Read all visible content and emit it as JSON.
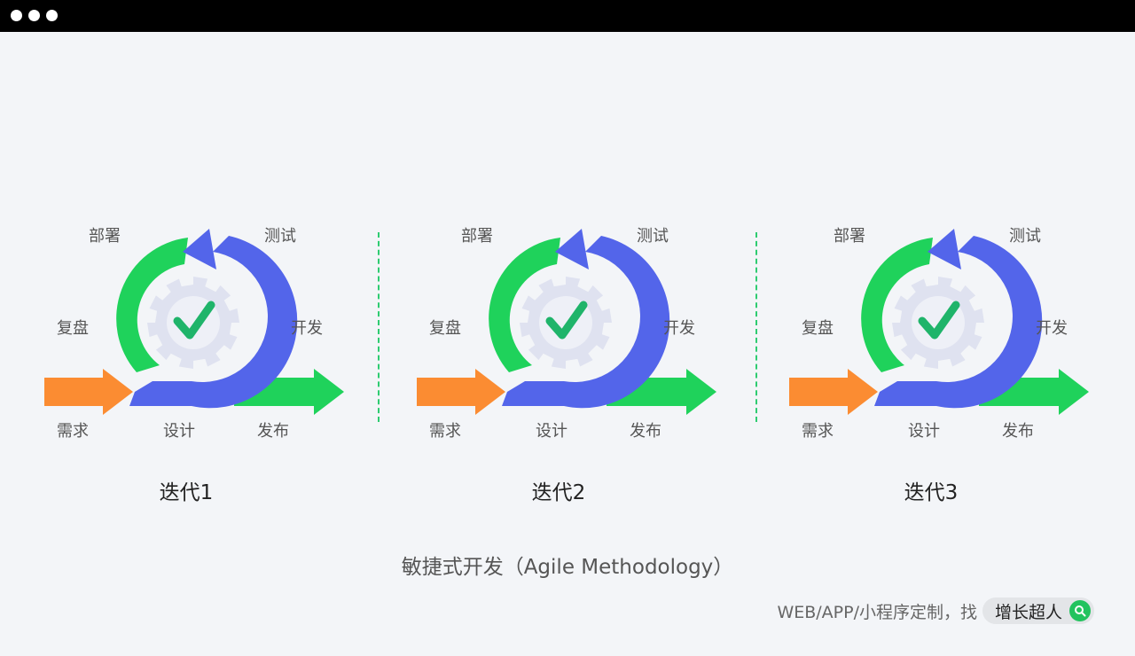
{
  "window": {
    "controls": [
      "dot",
      "dot",
      "dot"
    ]
  },
  "labels": {
    "deploy": "部署",
    "test": "测试",
    "review": "复盘",
    "develop": "开发",
    "requirement": "需求",
    "design": "设计",
    "release": "发布"
  },
  "iterations": [
    {
      "title": "迭代1"
    },
    {
      "title": "迭代2"
    },
    {
      "title": "迭代3"
    }
  ],
  "caption": "敏捷式开发（Agile Methodology）",
  "footer": {
    "text": "WEB/APP/小程序定制，找",
    "brand": "增长超人",
    "icon": "search-icon"
  },
  "colors": {
    "orange": "#fb8c32",
    "green": "#1fd25b",
    "blue": "#5365ea",
    "gear": "#dfe2f0",
    "check": "#1fb46a",
    "divider": "#2ecc71"
  }
}
